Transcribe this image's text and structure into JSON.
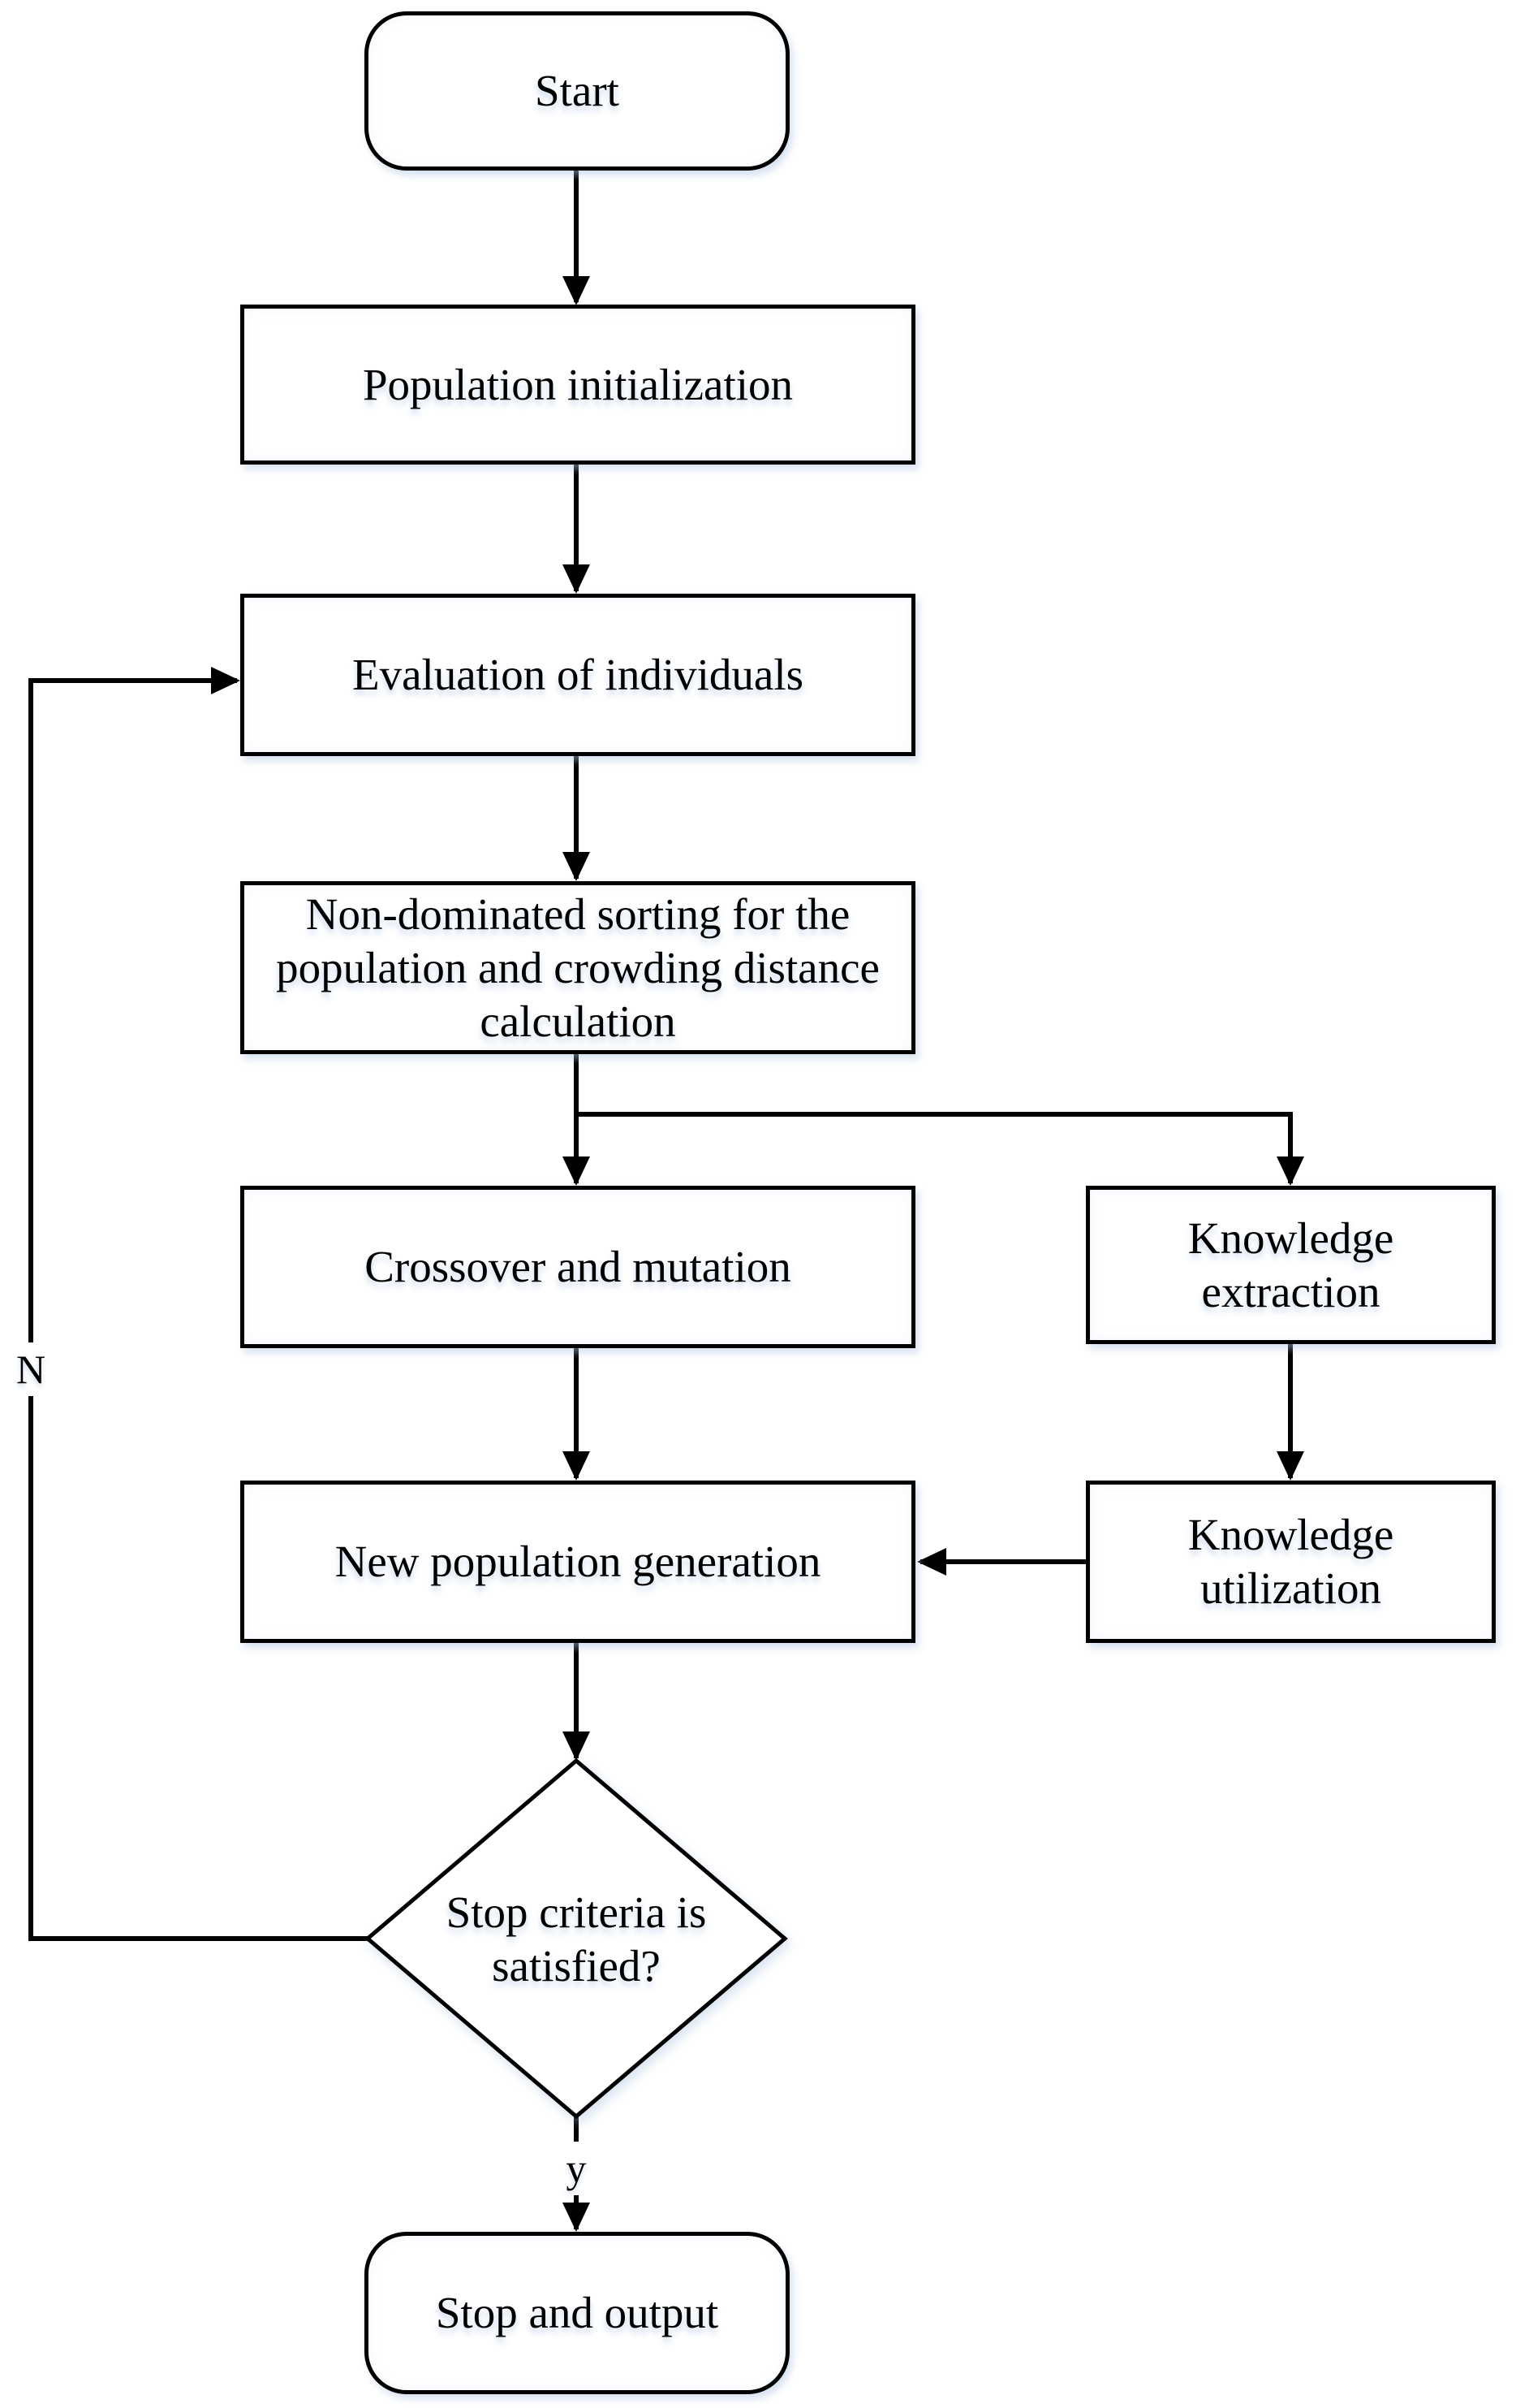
{
  "diagram": {
    "type": "flowchart",
    "colors": {
      "stroke": "#000000",
      "node_fill": "#ffffff",
      "text": "#000000",
      "shadow_tint": "rgba(176,198,226,0.5)"
    }
  },
  "nodes": {
    "start": {
      "label": "Start",
      "shape": "terminator"
    },
    "population_initialization": {
      "label": "Population initialization",
      "shape": "process"
    },
    "evaluation_of_individuals": {
      "label": "Evaluation of individuals",
      "shape": "process"
    },
    "non_dominated_sorting": {
      "label": "Non-dominated sorting for the population and crowding distance calculation",
      "shape": "process"
    },
    "crossover_and_mutation": {
      "label": "Crossover and mutation",
      "shape": "process"
    },
    "knowledge_extraction": {
      "label": "Knowledge extraction",
      "shape": "process"
    },
    "new_population_generation": {
      "label": "New population generation",
      "shape": "process"
    },
    "knowledge_utilization": {
      "label": "Knowledge utilization",
      "shape": "process"
    },
    "stop_criteria": {
      "label": "Stop criteria is satisfied?",
      "shape": "decision"
    },
    "stop_and_output": {
      "label": "Stop and output",
      "shape": "terminator"
    }
  },
  "edge_labels": {
    "no": "N",
    "yes": "y"
  }
}
